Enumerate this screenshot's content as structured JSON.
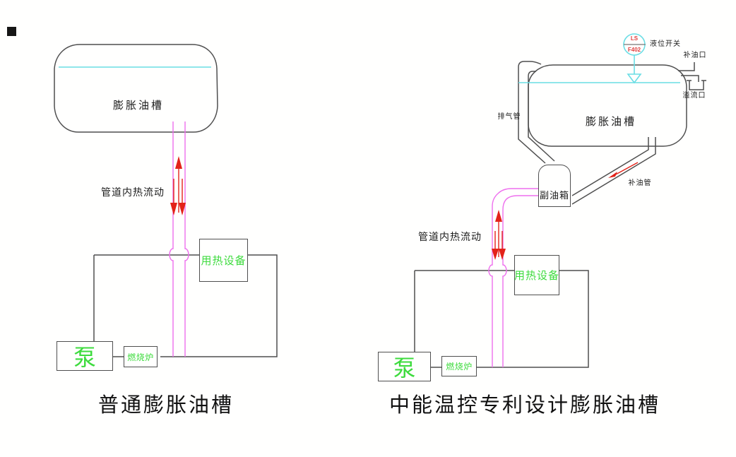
{
  "colors": {
    "pipe_magenta": "#ee6fee",
    "flow_red": "#e32219",
    "level_cyan": "#6adde4",
    "equipment_green": "#3ddb3d",
    "line_dark": "#4f4f4f",
    "label_red": "#e04040"
  },
  "left_diagram": {
    "caption": "普通膨胀油槽",
    "tank_label": "膨胀油槽",
    "flow_label": "管道内热流动",
    "heat_device_label": "用热设备",
    "pump_label": "泵",
    "furnace_label": "燃烧炉"
  },
  "right_diagram": {
    "caption": "中能温控专利设计膨胀油槽",
    "tank_label": "膨胀油槽",
    "flow_label": "管道内热流动",
    "heat_device_label": "用热设备",
    "pump_label": "泵",
    "furnace_label": "燃烧炉",
    "aux_tank_label": "副油箱",
    "level_switch_line1": "LS",
    "level_switch_line2": "F402",
    "level_switch_label": "液位开关",
    "fill_port_label": "补油口",
    "overflow_port_label": "溢流口",
    "vent_pipe_label": "排气管",
    "fill_pipe_label": "补油管"
  }
}
